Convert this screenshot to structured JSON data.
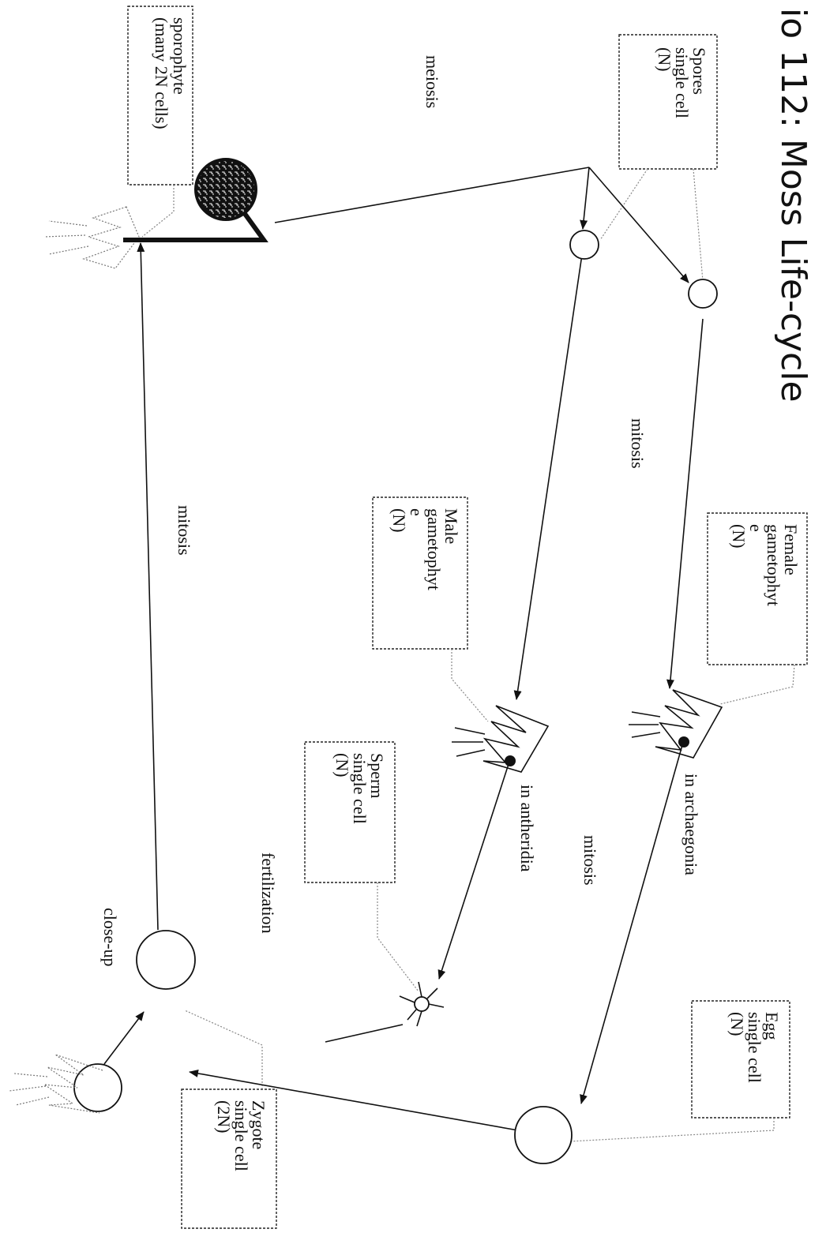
{
  "title": "io 112: Moss Life-cycle",
  "labels": {
    "spores": [
      "Spores",
      "single cell",
      "(N)"
    ],
    "sporophyte": [
      "sporophyte",
      "(many 2N cells)"
    ],
    "female_gametophyte": [
      "Female",
      "gametophyt",
      "e",
      "(N)"
    ],
    "male_gametophyte": [
      "Male",
      "gametophyt",
      "e",
      "(N)"
    ],
    "sperm": [
      "Sperm",
      "single cell",
      "(N)"
    ],
    "egg": [
      "Egg",
      "single cell",
      "(N)"
    ],
    "zygote": [
      "Zygote",
      "single cell",
      "(2N)"
    ]
  },
  "processes": {
    "meiosis": "meiosis",
    "mitosis_spores": "mitosis",
    "mitosis_sporophyte": "mitosis",
    "mitosis_gametes": "mitosis",
    "in_archaegonia": "in archaegonia",
    "in_antheridia": "in antheridia",
    "fertilization": "fertilization",
    "close_up": "close-up"
  }
}
